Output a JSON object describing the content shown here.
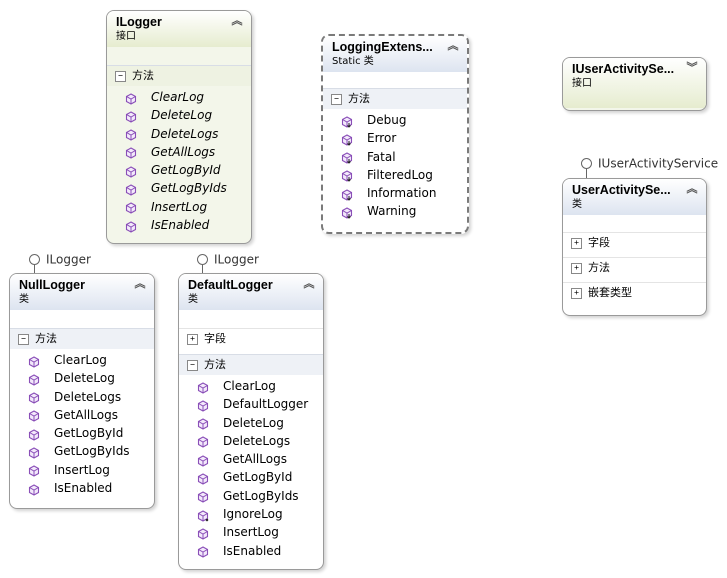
{
  "boxes": {
    "ilogger": {
      "title": "ILogger",
      "kind": "接口",
      "section": "方法",
      "items": [
        "ClearLog",
        "DeleteLog",
        "DeleteLogs",
        "GetAllLogs",
        "GetLogById",
        "GetLogByIds",
        "InsertLog",
        "IsEnabled"
      ]
    },
    "logging_ext": {
      "title": "LoggingExtens...",
      "kind": "Static 类",
      "section": "方法",
      "items": [
        "Debug",
        "Error",
        "Fatal",
        "FilteredLog",
        "Information",
        "Warning"
      ]
    },
    "iuseractivity": {
      "title": "IUserActivitySe...",
      "kind": "接口"
    },
    "useractivity": {
      "title": "UserActivitySe...",
      "kind": "类",
      "lollipop": "IUserActivityService",
      "sections": [
        "字段",
        "方法",
        "嵌套类型"
      ]
    },
    "nulllogger": {
      "title": "NullLogger",
      "kind": "类",
      "lollipop": "ILogger",
      "section": "方法",
      "items": [
        "ClearLog",
        "DeleteLog",
        "DeleteLogs",
        "GetAllLogs",
        "GetLogById",
        "GetLogByIds",
        "InsertLog",
        "IsEnabled"
      ]
    },
    "defaultlogger": {
      "title": "DefaultLogger",
      "kind": "类",
      "lollipop": "ILogger",
      "section_fields": "字段",
      "section": "方法",
      "items": [
        "ClearLog",
        "DefaultLogger",
        "DeleteLog",
        "DeleteLogs",
        "GetAllLogs",
        "GetLogById",
        "GetLogByIds",
        "IgnoreLog",
        "InsertLog",
        "IsEnabled"
      ]
    }
  },
  "icons": {
    "method": "method-icon",
    "ext_method": "extension-method-icon",
    "private_method": "private-method-icon",
    "collapse": "chevron-up-icon",
    "expand": "chevron-down-icon"
  },
  "colors": {
    "method_icon": "#8a4fb8",
    "class_header": "#dde4f0",
    "interface_header": "#e6eccf"
  }
}
